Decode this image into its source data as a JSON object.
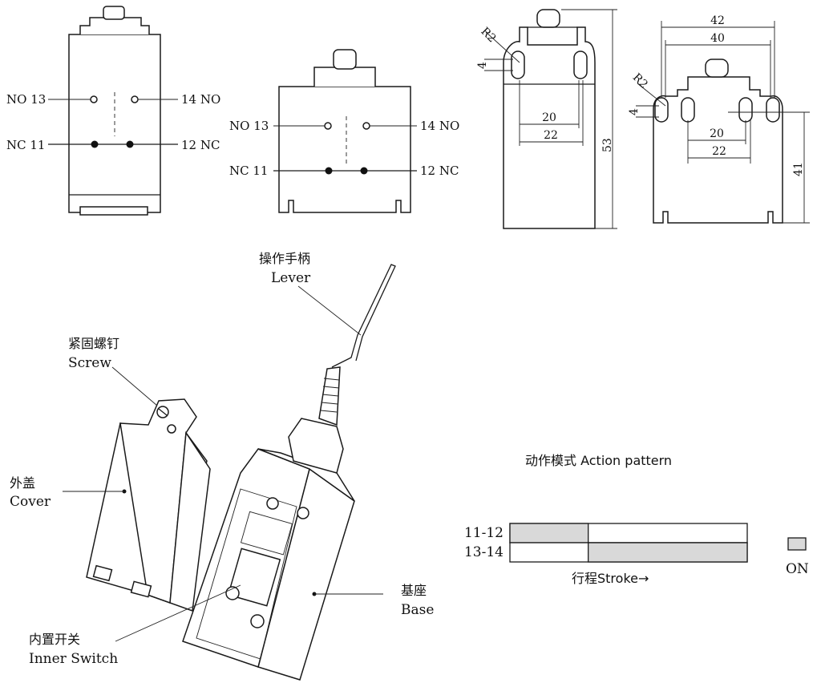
{
  "views": {
    "front_a": {
      "no_left": "NO 13",
      "no_right": "14 NO",
      "nc_left": "NC 11",
      "nc_right": "12 NC"
    },
    "front_b": {
      "no_left": "NO 13",
      "no_right": "14 NO",
      "nc_left": "NC 11",
      "nc_right": "12 NC"
    },
    "dims_a": {
      "radius": "R2",
      "slot": "4",
      "inner": "20",
      "outer": "22",
      "height": "53"
    },
    "dims_b": {
      "radius": "R2",
      "slot": "4",
      "top_outer": "42",
      "top_inner": "40",
      "inner": "20",
      "outer": "22",
      "height": "41"
    }
  },
  "parts": {
    "lever": {
      "cn": "操作手柄",
      "en": "Lever"
    },
    "screw": {
      "cn": "紧固螺钉",
      "en": "Screw"
    },
    "cover": {
      "cn": "外盖",
      "en": "Cover"
    },
    "base": {
      "cn": "基座",
      "en": "Base"
    },
    "inner_switch": {
      "cn": "内置开关",
      "en": "Inner Switch"
    }
  },
  "action_pattern": {
    "title": "动作模式 Action pattern",
    "rows": [
      {
        "label": "11-12",
        "on_from": 0,
        "on_to": 0.33
      },
      {
        "label": "13-14",
        "on_from": 0.33,
        "on_to": 1
      }
    ],
    "stroke_label": "行程Stroke→",
    "legend_label": "ON",
    "on_color": "#d9d9d9"
  }
}
